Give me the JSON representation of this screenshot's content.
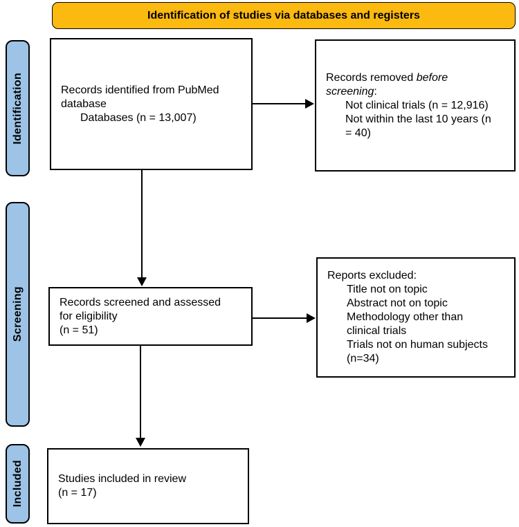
{
  "colors": {
    "banner_bg": "#FCB90F",
    "sidebar_bg": "#9DC3E6",
    "border": "#000000"
  },
  "banner": {
    "label": "Identification of studies via databases and registers"
  },
  "sidebar": {
    "items": [
      {
        "id": "identification",
        "label": "Identification"
      },
      {
        "id": "screening",
        "label": "Screening"
      },
      {
        "id": "included",
        "label": "Included"
      }
    ]
  },
  "boxes": {
    "records_identified": {
      "lines": [
        {
          "indent": 0,
          "parts": [
            {
              "text": "Records identified from PubMed"
            }
          ]
        },
        {
          "indent": 0,
          "parts": [
            {
              "text": "database"
            }
          ]
        },
        {
          "indent": 1,
          "parts": [
            {
              "text": "Databases (n = 13,007)"
            }
          ]
        }
      ]
    },
    "records_removed": {
      "lines": [
        {
          "indent": 0,
          "parts": [
            {
              "text": "Records removed "
            },
            {
              "text": "before",
              "italic": true
            }
          ]
        },
        {
          "indent": 0,
          "parts": [
            {
              "text": "screening",
              "italic": true
            },
            {
              "text": ":"
            }
          ]
        },
        {
          "indent": 1,
          "parts": [
            {
              "text": "Not clinical trials (n = 12,916)"
            }
          ]
        },
        {
          "indent": 1,
          "parts": [
            {
              "text": "Not within the last 10 years (n"
            }
          ]
        },
        {
          "indent": 1,
          "parts": [
            {
              "text": "= 40)"
            }
          ]
        }
      ]
    },
    "records_screened": {
      "lines": [
        {
          "indent": 0,
          "parts": [
            {
              "text": "Records screened and assessed"
            }
          ]
        },
        {
          "indent": 0,
          "parts": [
            {
              "text": "for eligibility"
            }
          ]
        },
        {
          "indent": 0,
          "parts": [
            {
              "text": "(n = 51)"
            }
          ]
        }
      ]
    },
    "reports_excluded": {
      "lines": [
        {
          "indent": 0,
          "parts": [
            {
              "text": "Reports excluded:"
            }
          ]
        },
        {
          "indent": 1,
          "parts": [
            {
              "text": "Title not on topic"
            }
          ]
        },
        {
          "indent": 1,
          "parts": [
            {
              "text": "Abstract not on topic"
            }
          ]
        },
        {
          "indent": 1,
          "parts": [
            {
              "text": "Methodology other than"
            }
          ]
        },
        {
          "indent": 1,
          "parts": [
            {
              "text": "clinical trials"
            }
          ]
        },
        {
          "indent": 1,
          "parts": [
            {
              "text": "Trials not on human subjects"
            }
          ]
        },
        {
          "indent": 1,
          "parts": [
            {
              "text": "(n=34)"
            }
          ]
        }
      ]
    },
    "studies_included": {
      "lines": [
        {
          "indent": 0,
          "parts": [
            {
              "text": "Studies included in review"
            }
          ]
        },
        {
          "indent": 0,
          "parts": [
            {
              "text": "(n = 17)"
            }
          ]
        }
      ]
    }
  }
}
